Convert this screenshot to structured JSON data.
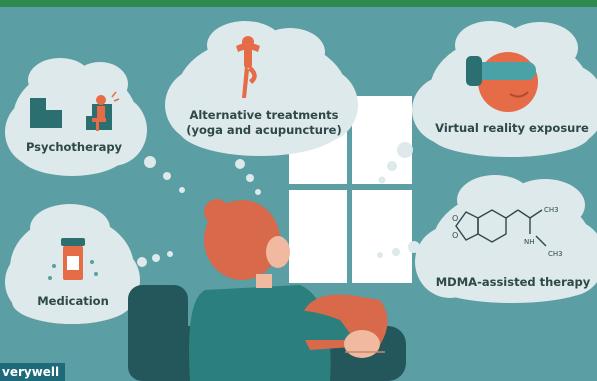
{
  "treatments": {
    "psychotherapy": "Psychotherapy",
    "alternative_line1": "Alternative treatments",
    "alternative_line2": "(yoga and acupuncture)",
    "virtual_reality": "Virtual reality exposure",
    "medication": "Medication",
    "mdma": "MDMA-assisted therapy"
  },
  "molecule_labels": {
    "ch3_top": "CH3",
    "nh": "NH",
    "ch3_bottom": "CH3"
  },
  "brand": {
    "logo": "verywell"
  },
  "colors": {
    "background": "#5b9ea3",
    "cloud": "#dde9ea",
    "top_bar": "#2e8b4f",
    "person_hair": "#d8694b",
    "person_shirt": "#2b7f7c",
    "chair": "#24575c",
    "accent_orange": "#e56c46"
  }
}
